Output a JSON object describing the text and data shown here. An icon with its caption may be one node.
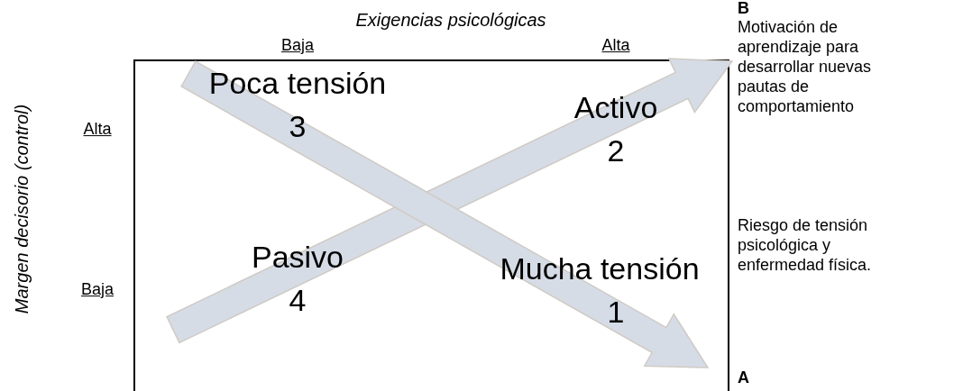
{
  "diagram": {
    "labels": [
      "Exigencias psicológicas",
      "Baja",
      "Alta",
      "B",
      "Motivación de aprendizaje para desarrollar nuevas pautas de comportamiento",
      "Margen decisorio (control)",
      "Poca tensión",
      "3",
      "Activo",
      "2",
      "Alta",
      "Pasivo",
      "4",
      "Mucha tensión",
      "1",
      "Baja",
      "Riesgo de tensión psicológica y enfermedad física.",
      "A"
    ]
  }
}
